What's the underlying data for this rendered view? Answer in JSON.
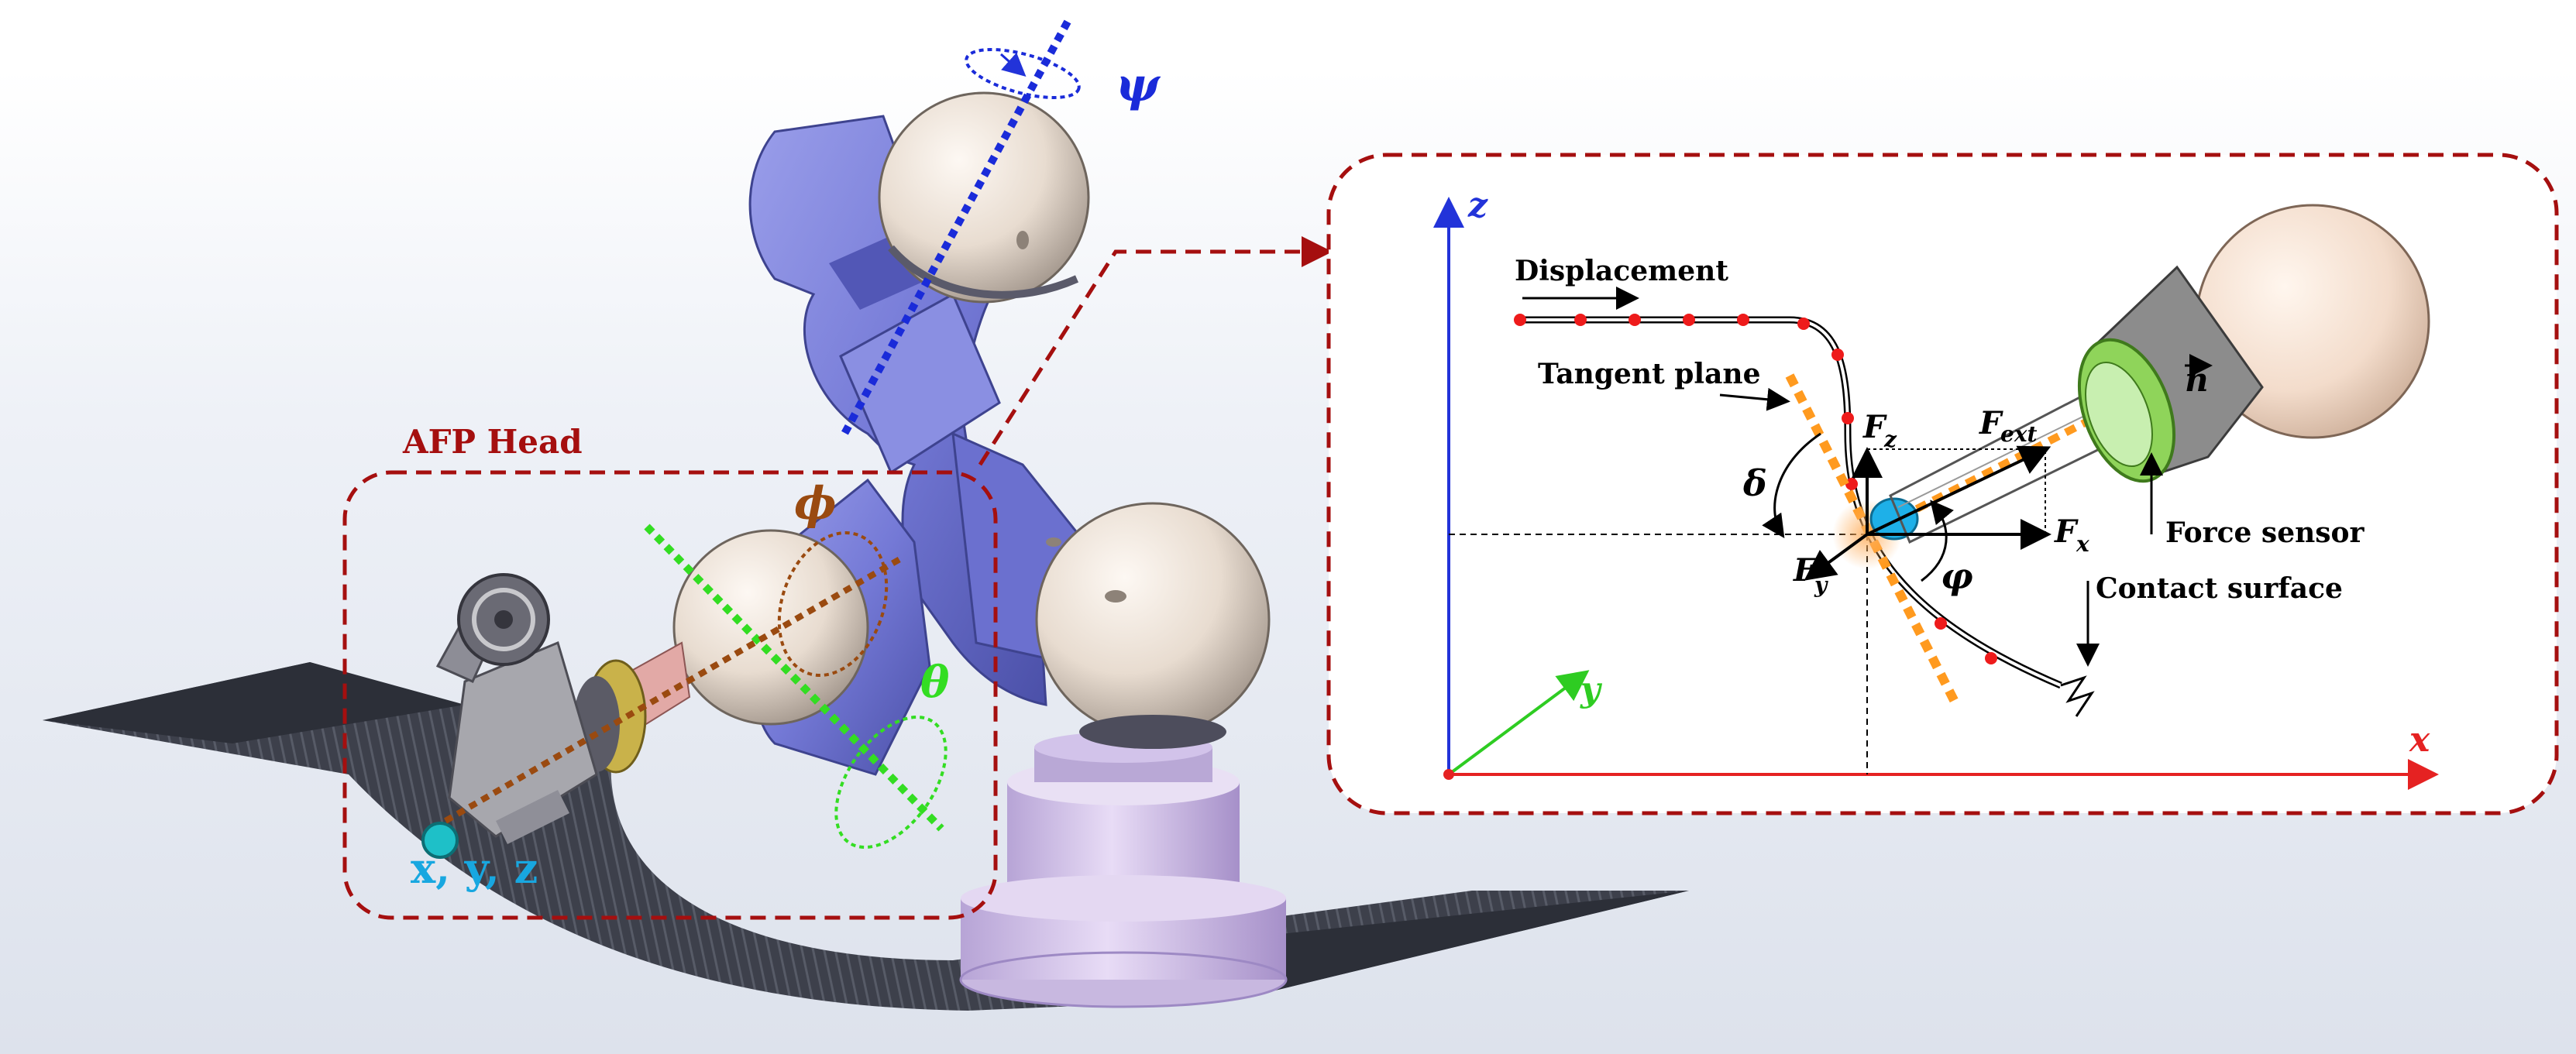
{
  "colors": {
    "robot_body": "#7479d6",
    "robot_dark": "#4b50a8",
    "joint_sphere": "#efe4da",
    "base": "#d6c6ea",
    "composite": "#3a3d47",
    "dashed_frame": "#a50f0f",
    "psi_axis": "#1a2bd9",
    "theta_axis": "#33dd22",
    "phi_axis": "#9a4a10",
    "tool_label": "#18a7e0",
    "axis_x": "#e52222",
    "axis_z": "#2233d9",
    "axis_y": "#2ecc22",
    "tangent": "#ff9a1f",
    "path_point": "#ee1b1b"
  },
  "left_figure": {
    "afp_head_label": "AFP Head",
    "psi": "ψ",
    "phi": "ϕ",
    "theta": "θ",
    "tool_coords": "x, y, z"
  },
  "inset": {
    "axis_z": "z",
    "axis_y": "y",
    "axis_x": "x",
    "displacement": "Displacement",
    "tangent_plane": "Tangent plane",
    "force_sensor": "Force sensor",
    "contact_surface": "Contact surface",
    "delta": "δ",
    "varphi": "φ",
    "Fz": "F",
    "Fz_sub": "z",
    "Fext": "F",
    "Fext_sub": "ext",
    "Fx": "F",
    "Fx_sub": "x",
    "Fy": "F",
    "Fy_sub": "y",
    "normal": "n"
  }
}
